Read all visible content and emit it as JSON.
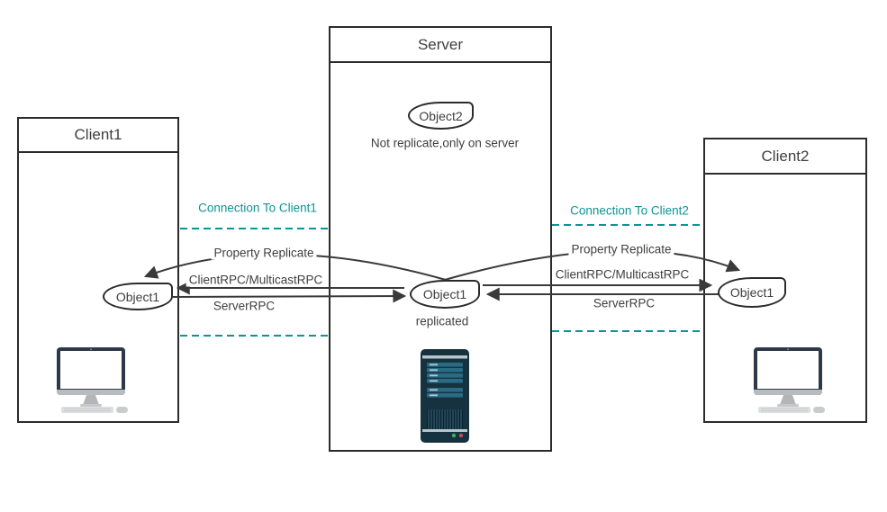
{
  "colors": {
    "teal": "#0d9494",
    "arrow_line": "#3a3a3a",
    "box_border": "#2b2b2b",
    "text": "#3f3f3f",
    "server_icon_body": "#16323f",
    "server_icon_bay": "#2a6a84",
    "server_icon_stripe": "#b7c5cc",
    "led_green": "#3fae5a",
    "led_red": "#c04b60",
    "monitor_bezel": "#2e3849",
    "device_gray": "#b9bcbe"
  },
  "boxes": {
    "client1": {
      "title": "Client1"
    },
    "server": {
      "title": "Server"
    },
    "client2": {
      "title": "Client2"
    }
  },
  "nodes": {
    "server_object2": "Object2",
    "server_object1": "Object1",
    "client1_object1": "Object1",
    "client2_object1": "Object1"
  },
  "notes": {
    "server_object2_note": "Not replicate,only on server",
    "server_object1_note": "replicated"
  },
  "connections": {
    "left_label": "Connection To Client1",
    "right_label": "Connection To Client2"
  },
  "arrow_labels": {
    "left": {
      "property_replicate": "Property Replicate",
      "client_rpc": "ClientRPC/MulticastRPC",
      "server_rpc": "ServerRPC"
    },
    "right": {
      "property_replicate": "Property Replicate",
      "client_rpc": "ClientRPC/MulticastRPC",
      "server_rpc": "ServerRPC"
    }
  },
  "icons": {
    "client1": "computer-icon",
    "client2": "computer-icon",
    "server": "server-tower-icon"
  }
}
